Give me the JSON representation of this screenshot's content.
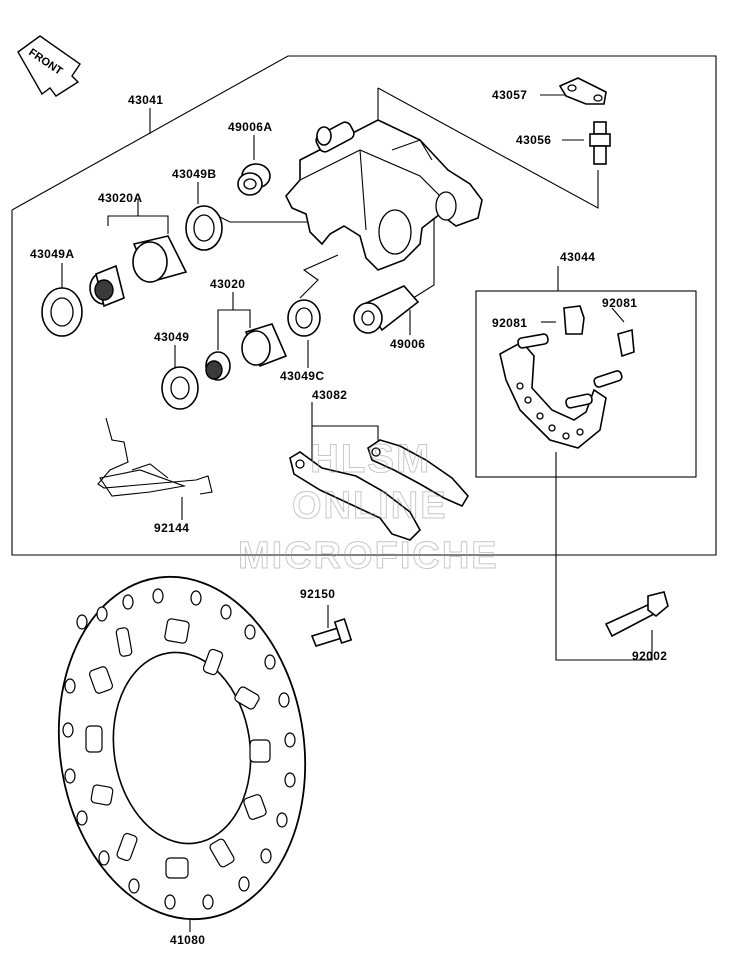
{
  "direction_badge": "FRONT",
  "part_numbers": {
    "caliper_assy": "43041",
    "bleeder_cap": "43057",
    "bleeder_valve": "43056",
    "dust_seal_a_top": "49006A",
    "piston_seal_b": "43049B",
    "piston_a": "43020A",
    "piston_seal_a": "43049A",
    "bracket_assy": "43044",
    "piston": "43020",
    "pad_spring_small_left": "92081",
    "pad_spring_small_right": "92081",
    "piston_seal": "43049",
    "dust_seal_c": "43049C",
    "boot": "49006",
    "pad_assy": "43082",
    "pad_spring": "92144",
    "bolt_small": "92150",
    "bolt_mount": "92002",
    "disc": "41080"
  },
  "watermark": {
    "line1": "HLSM",
    "line2": "ONLINE",
    "line3": "MICROFICHE"
  }
}
